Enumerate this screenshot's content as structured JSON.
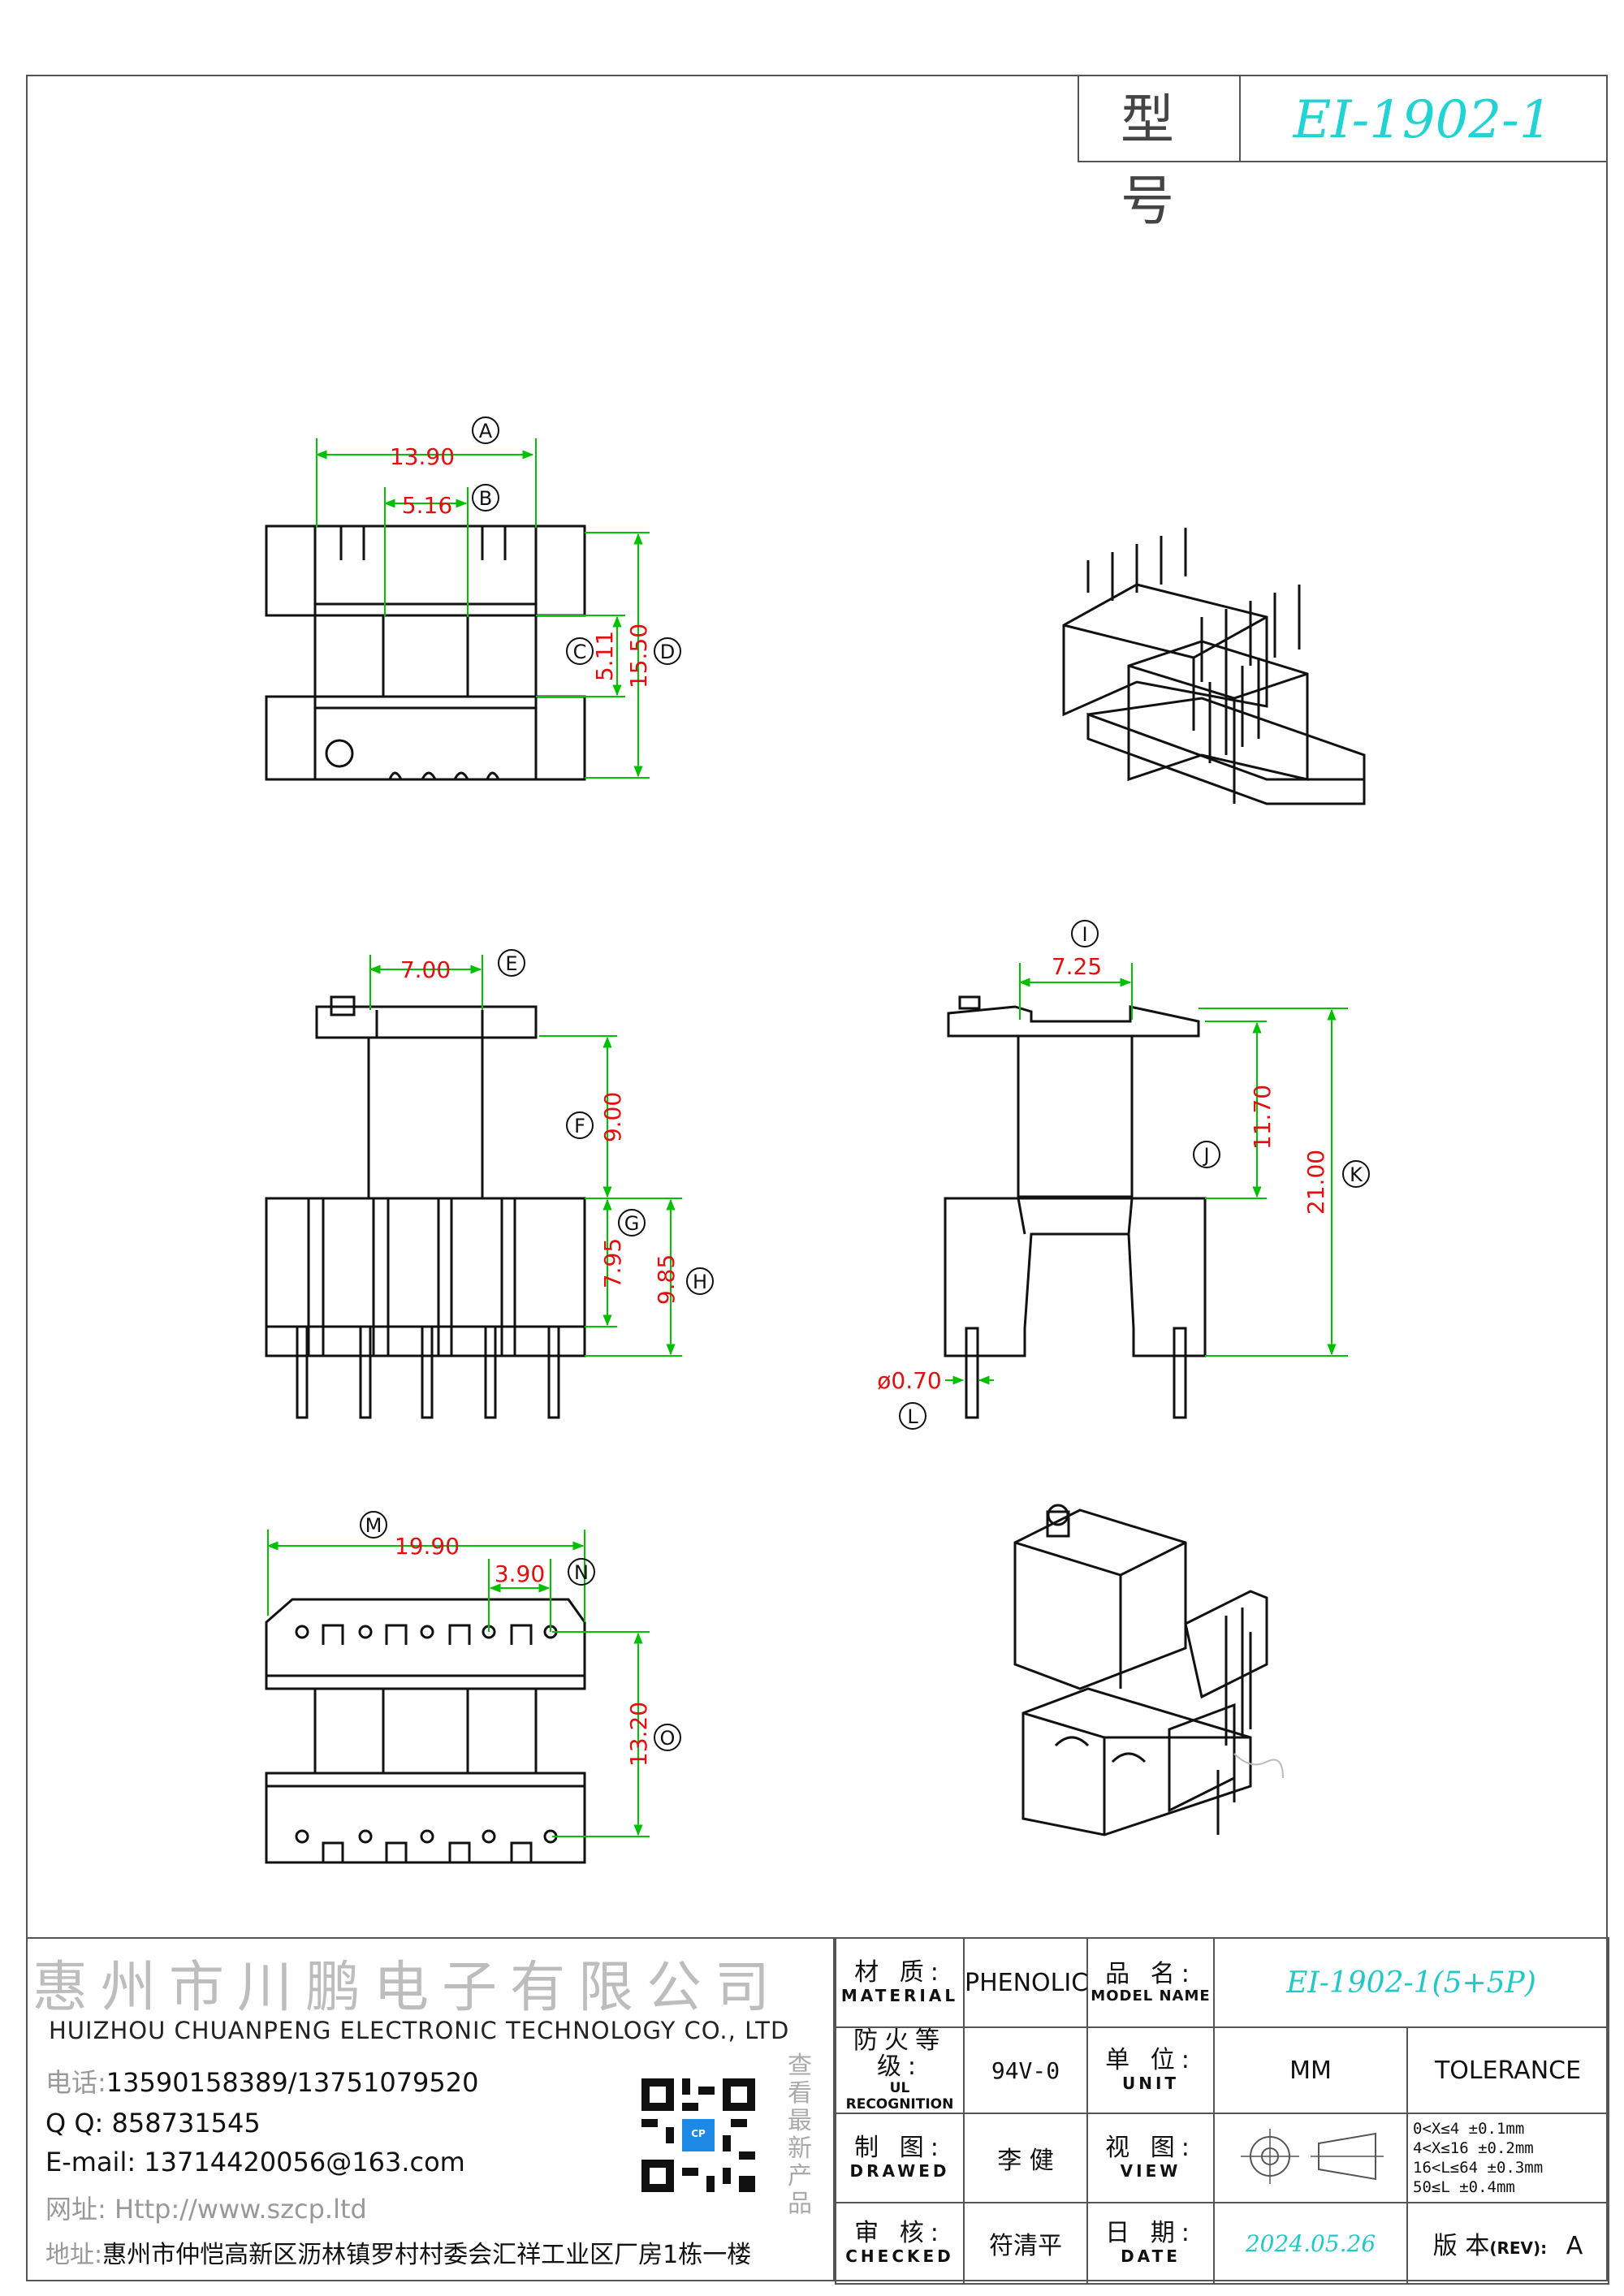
{
  "header": {
    "model_label": "型 号",
    "model_value": "EI-1902-1"
  },
  "dimensions": {
    "A": {
      "letter": "A",
      "value": "13.90"
    },
    "B": {
      "letter": "B",
      "value": "5.16"
    },
    "C": {
      "letter": "C",
      "value": "5.11"
    },
    "D": {
      "letter": "D",
      "value": "15.50"
    },
    "E": {
      "letter": "E",
      "value": "7.00"
    },
    "F": {
      "letter": "F",
      "value": "9.00"
    },
    "G": {
      "letter": "G",
      "value": "7.95"
    },
    "H": {
      "letter": "H",
      "value": "9.85"
    },
    "I": {
      "letter": "I",
      "value": "7.25"
    },
    "J": {
      "letter": "J",
      "value": "11.70"
    },
    "K": {
      "letter": "K",
      "value": "21.00"
    },
    "L": {
      "letter": "L",
      "value": "ø0.70"
    },
    "M": {
      "letter": "M",
      "value": "19.90"
    },
    "N": {
      "letter": "N",
      "value": "3.90"
    },
    "O": {
      "letter": "O",
      "value": "13.20"
    }
  },
  "company": {
    "name_cn": "惠州市川鹏电子有限公司",
    "name_en": "HUIZHOU CHUANPENG ELECTRONIC TECHNOLOGY CO., LTD",
    "phone_label": "电话:",
    "phone": "13590158389/13751079520",
    "qq_label": "Q Q:",
    "qq": "858731545",
    "email_label": "E-mail:",
    "email": "13714420056@163.com",
    "web_label": "网址:",
    "web": "Http://www.szcp.ltd",
    "addr_label": "地址:",
    "addr": "惠州市仲恺高新区沥林镇罗村村委会汇祥工业区厂房1栋一楼",
    "qr_badge": "CP",
    "side_text": [
      "查",
      "看",
      "最",
      "新",
      "产",
      "品"
    ]
  },
  "title_block": {
    "material_cn": "材 质:",
    "material_en": "MATERIAL",
    "material_value": "PHENOLIC",
    "model_name_cn": "品 名:",
    "model_name_en": "MODEL NAME",
    "model_name_value": "EI-1902-1(5+5P)",
    "ul_cn": "防火等级:",
    "ul_en": "UL RECOGNITION",
    "ul_value": "94V-0",
    "unit_cn": "单 位:",
    "unit_en": "UNIT",
    "unit_value": "MM",
    "tolerance_label": "TOLERANCE",
    "drawn_cn": "制 图:",
    "drawn_en": "DRAWED",
    "drawn_value": "李 健",
    "view_cn": "视 图:",
    "view_en": "VIEW",
    "tolerance_rows": [
      "0<X≤4    ±0.1mm",
      "4<X≤16   ±0.2mm",
      "16<L≤64  ±0.3mm",
      "50≤L     ±0.4mm"
    ],
    "checked_cn": "审 核:",
    "checked_en": "CHECKED",
    "checked_value": "符清平",
    "date_cn": "日 期:",
    "date_en": "DATE",
    "date_value": "2024.05.26",
    "rev_cn": "版 本",
    "rev_en": "(REV):",
    "rev_value": "A"
  }
}
